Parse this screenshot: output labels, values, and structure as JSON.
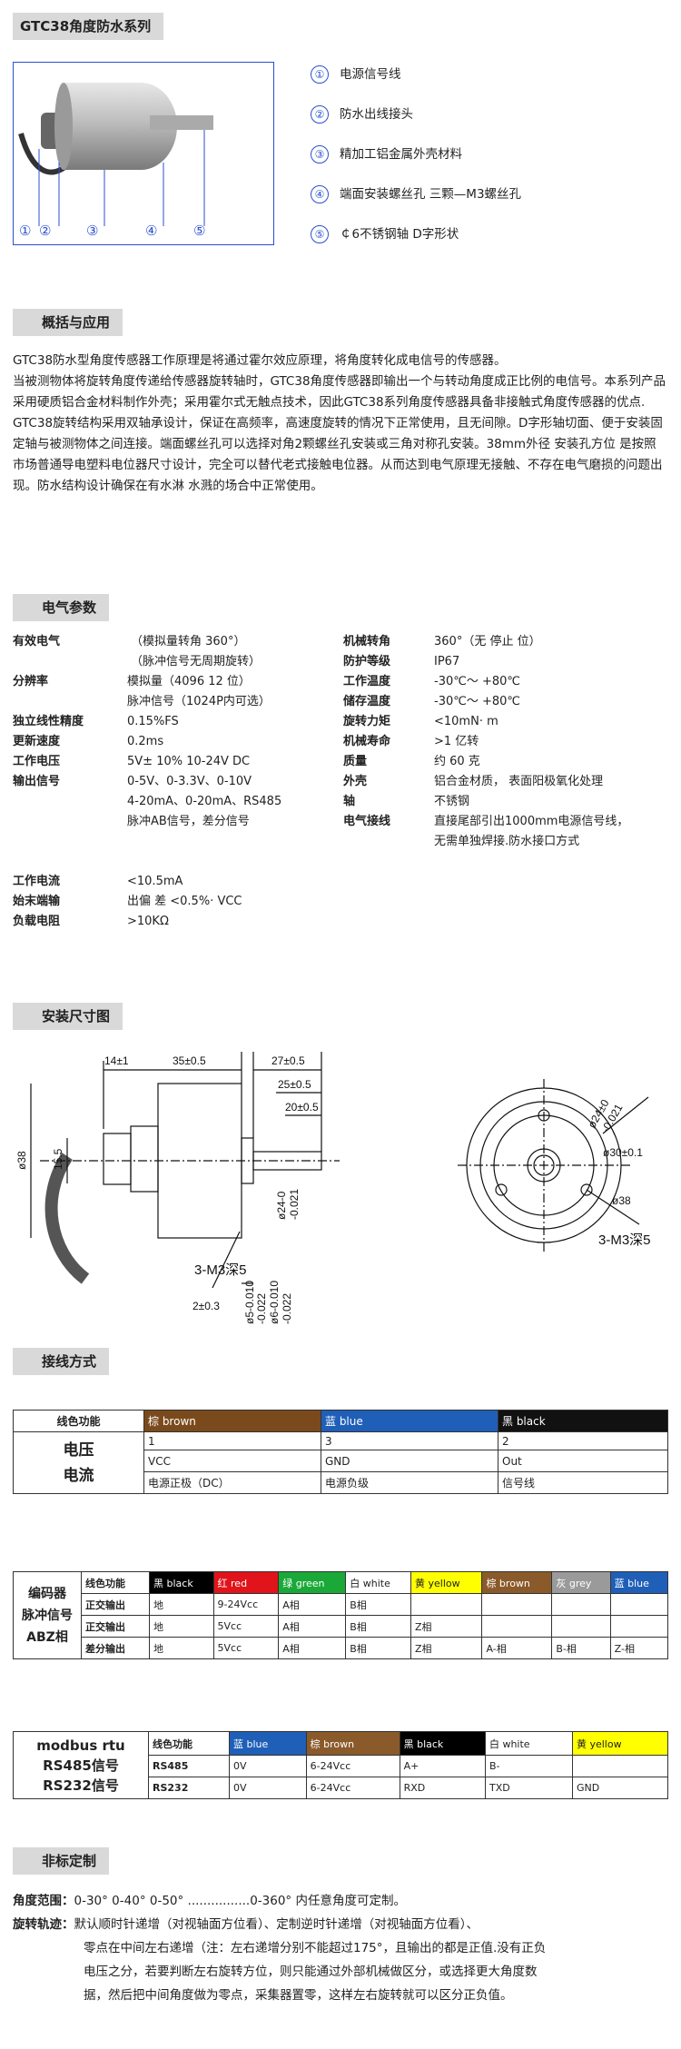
{
  "title": "GTC38角度防水系列",
  "features": [
    {
      "n": "①",
      "text": "电源信号线"
    },
    {
      "n": "②",
      "text": "防水出线接头"
    },
    {
      "n": "③",
      "text": "精加工铝金属外壳材料"
    },
    {
      "n": "④",
      "text": "端面安装螺丝孔   三颗—M3螺丝孔"
    },
    {
      "n": "⑤",
      "text": "￠6不锈钢轴  D字形状"
    }
  ],
  "photo_labels": [
    "①",
    "②",
    "③",
    "④",
    "⑤"
  ],
  "overview": {
    "heading": "概括与应用",
    "paragraphs": [
      "GTC38防水型角度传感器工作原理是将通过霍尔效应原理，将角度转化成电信号的传感器。",
      "当被测物体将旋转角度传递给传感器旋转轴时，GTC38角度传感器即输出一个与转动角度成正比例的电信号。本系列产品采用硬质铝合金材料制作外壳；采用霍尔式无触点技术，因此GTC38系列角度传感器具备非接触式角度传感器的优点.",
      "GTC38旋转结构采用双轴承设计，保证在高频率，高速度旋转的情况下正常使用，且无间隙。D字形轴切面、便于安装固定轴与被测物体之间连接。端面螺丝孔可以选择对角2颗螺丝孔安装或三角对称孔安装。38mm外径 安装孔方位 是按照市场普通导电塑料电位器尺寸设计，完全可以替代老式接触电位器。从而达到电气原理无接触、不存在电气磨损的问题出现。防水结构设计确保在有水淋 水溅的场合中正常使用。"
    ]
  },
  "electrical": {
    "heading": "电气参数",
    "left": [
      {
        "k": "有效电气",
        "v": "（模拟量转角 360°）"
      },
      {
        "k": "",
        "v": "（脉冲信号无周期旋转）"
      },
      {
        "k": "分辨率",
        "v": "模拟量（4096  12 位）"
      },
      {
        "k": "",
        "v": "脉冲信号（1024P内可选）"
      },
      {
        "k": "独立线性精度",
        "v": "0.15%FS"
      },
      {
        "k": "更新速度",
        "v": "0.2ms"
      },
      {
        "k": "工作电压",
        "v": "5V± 10%  10-24V DC"
      },
      {
        "k": "输出信号",
        "v": "0-5V、0-3.3V、0-10V"
      },
      {
        "k": "",
        "v": "4-20mA、0-20mA、RS485"
      },
      {
        "k": "",
        "v": "脉冲AB信号，差分信号"
      }
    ],
    "left2": [
      {
        "k": "工作电流",
        "v": "<10.5mA"
      },
      {
        "k": "始末端输",
        "v": "出偏 差 <0.5%· VCC"
      },
      {
        "k": "负载电阻",
        "v": ">10KΩ"
      }
    ],
    "right": [
      {
        "k": "机械转角",
        "v": "360°（无 停止 位）"
      },
      {
        "k": "防护等级",
        "v": "IP67"
      },
      {
        "k": "工作温度",
        "v": "-30℃～ +80℃"
      },
      {
        "k": "储存温度",
        "v": "-30℃～ +80℃"
      },
      {
        "k": "旋转力矩",
        "v": "<10mN· m"
      },
      {
        "k": "机械寿命",
        "v": ">1 亿转"
      },
      {
        "k": "质量",
        "v": "约 60 克"
      },
      {
        "k": "外壳",
        "v": "铝合金材质， 表面阳极氧化处理"
      },
      {
        "k": "轴",
        "v": "不锈钢"
      },
      {
        "k": "电气接线",
        "v": "直接尾部引出1000mm电源信号线，"
      },
      {
        "k": "",
        "v": "无需单独焊接.防水接口方式"
      }
    ]
  },
  "install": {
    "heading": "安装尺寸图",
    "dims": {
      "d14": "14±1",
      "d35": "35±0.5",
      "d27": "27±0.5",
      "d25": "25±0.5",
      "d20": "20±0.5",
      "d38": "ø38",
      "d155": "15.5",
      "d24": "ø24-0",
      "d24b": "-0.021",
      "m3": "3-M3深5",
      "d2": "2±0.3",
      "d5": "ø5-0.010",
      "d5b": "-0.022",
      "d6": "ø6-0.010",
      "d6b": "-0.022",
      "r24": "ø24±0",
      "r24b": "-0.021",
      "r30": "ø30±0.1",
      "r38": "ø38",
      "rm3": "3-M3深5"
    }
  },
  "wiring": {
    "heading": "接线方式",
    "t1": {
      "head": [
        "线色功能",
        "棕 brown",
        "蓝 blue",
        "黑 black"
      ],
      "colors": [
        "#7a4a1c",
        "#1f5fb8",
        "#111111"
      ],
      "label1": "电压",
      "label2": "电流",
      "r1": [
        "1",
        "3",
        "2"
      ],
      "r2": [
        "VCC",
        "GND",
        "Out"
      ],
      "r3": [
        "电源正极（DC）",
        "电源负级",
        "信号线"
      ]
    },
    "t2": {
      "side": [
        "编码器",
        "脉冲信号",
        "ABZ相"
      ],
      "head": [
        "线色功能",
        "黑 black",
        "红 red",
        "绿 green",
        "白 white",
        "黄 yellow",
        "棕 brown",
        "灰 grey",
        "蓝 blue"
      ],
      "colors": [
        "#000000",
        "#e0141a",
        "#1aa838",
        "#ffffff",
        "#ffff00",
        "#8a5a2a",
        "#9a9a9a",
        "#1f5fb8"
      ],
      "rows": [
        [
          "正交输出",
          "地",
          "9-24Vcc",
          "A相",
          "B相",
          "",
          "",
          "",
          ""
        ],
        [
          "正交输出",
          "地",
          "5Vcc",
          "A相",
          "B相",
          "Z相",
          "",
          "",
          ""
        ],
        [
          "差分输出",
          "地",
          "5Vcc",
          "A相",
          "B相",
          "Z相",
          "A-相",
          "B-相",
          "Z-相"
        ]
      ]
    },
    "t3": {
      "side": [
        "modbus rtu",
        "RS485信号",
        "RS232信号"
      ],
      "head": [
        "线色功能",
        "蓝 blue",
        "棕 brown",
        "黑 black",
        "白 white",
        "黄 yellow"
      ],
      "colors": [
        "#1f5fb8",
        "#8a5a2a",
        "#000000",
        "#ffffff",
        "#ffff00"
      ],
      "rows": [
        [
          "RS485",
          "0V",
          "6-24Vcc",
          "A+",
          "B-",
          ""
        ],
        [
          "RS232",
          "0V",
          "6-24Vcc",
          "RXD",
          "TXD",
          "GND"
        ]
      ]
    }
  },
  "custom": {
    "heading": "非标定制",
    "l1k": "角度范围：",
    "l1v": "0-30°  0-40°  0-50° ................0-360° 内任意角度可定制。",
    "l2k": "旋转轨迹：",
    "l2v": "默认顺时针递增（对视轴面方位看）、定制逆时针递增（对视轴面方位看）、",
    "l3": "零点在中间左右递增（注：左右递增分别不能超过175°，且输出的都是正值.没有正负",
    "l4": "电压之分，若要判断左右旋转方位，则只能通过外部机械做区分，或选择更大角度数",
    "l5": "据，然后把中间角度做为零点，采集器置零，这样左右旋转就可以区分正负值。"
  }
}
